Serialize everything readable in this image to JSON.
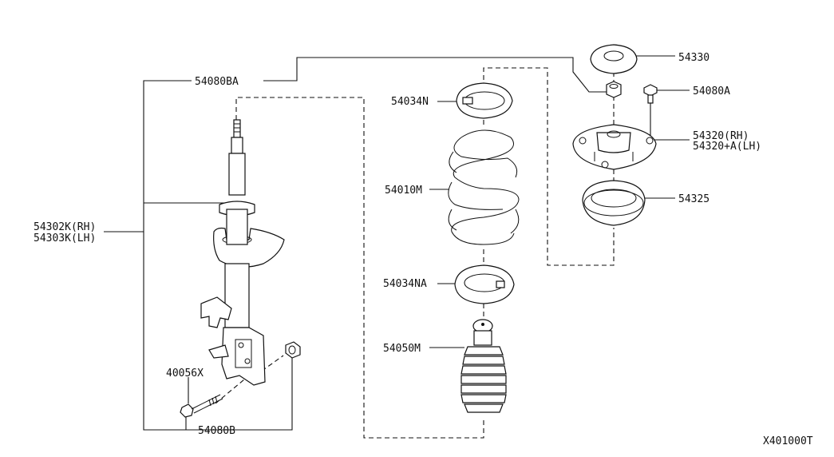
{
  "diagram": {
    "part_labels": {
      "p54080ba": "54080BA",
      "p54302k": "54302K(RH)",
      "p54303k": "54303K(LH)",
      "p40056x": "40056X",
      "p54080b": "54080B",
      "p54034n": "54034N",
      "p54010m": "54010M",
      "p54034na": "54034NA",
      "p54050m": "54050M",
      "p54330": "54330",
      "p54080a": "54080A",
      "p54320rh": "54320(RH)",
      "p54320lh": "54320+A(LH)",
      "p54325": "54325"
    },
    "diagram_code": "X401000T"
  }
}
